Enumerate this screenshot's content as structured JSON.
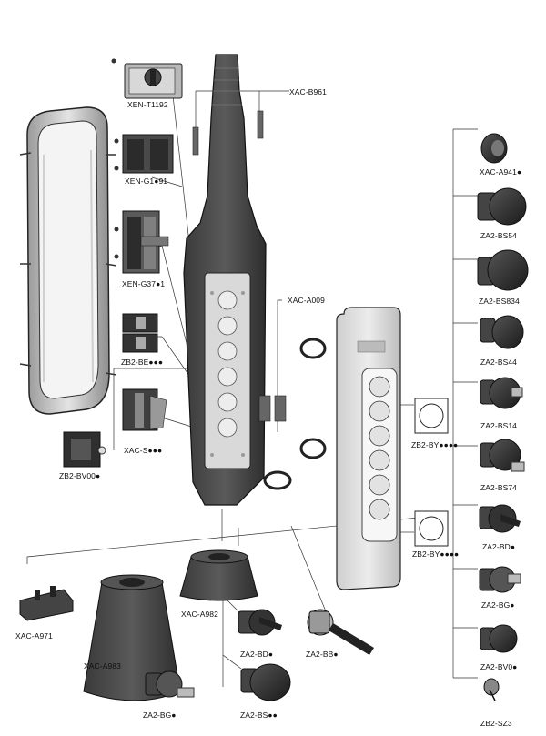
{
  "diagram": {
    "labels": {
      "xen_t1192": "XEN-T1192",
      "xac_b961": "XAC-B961",
      "xen_g1_91": "XEN-G1●91",
      "xen_g37_1": "XEN-G37●1",
      "xac_a009": "XAC-A009",
      "zb2_be": "ZB2-BE●●●",
      "xac_s": "XAC-S●●●",
      "zb2_bv00": "ZB2-BV00●",
      "zb2_by_upper": "ZB2-BY●●●●",
      "zb2_by_lower": "ZB2-BY●●●●",
      "xac_a941": "XAC-A941●",
      "za2_bs54": "ZA2-BS54",
      "za2_bs834": "ZA2-BS834",
      "za2_bs44": "ZA2-BS44",
      "za2_bs14": "ZA2-BS14",
      "za2_bs74": "ZA2-BS74",
      "za2_bd_right": "ZA2-BD●",
      "za2_bg_right": "ZA2-BG●",
      "za2_bv0": "ZA2-BV0●",
      "zb2_sz3": "ZB2-SZ3",
      "xac_a971": "XAC-A971",
      "xac_a982": "XAC-A982",
      "xac_a983": "XAC-A983",
      "za2_bd_bottom": "ZA2-BD●",
      "za2_bb": "ZA2-BB●",
      "za2_bg_bottom": "ZA2-BG●",
      "za2_bs_bottom": "ZA2-BS●●"
    }
  }
}
